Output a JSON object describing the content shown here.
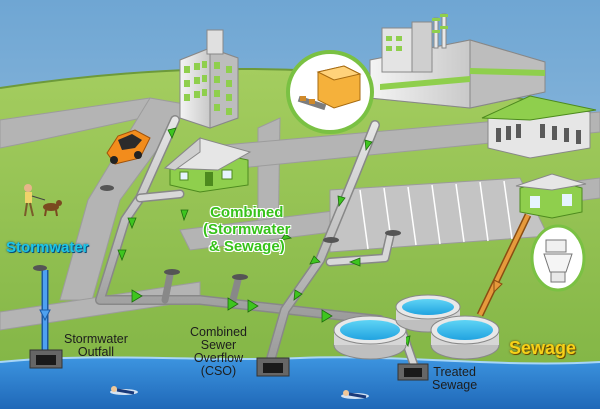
{
  "labels": {
    "stormwater": "Stormwater",
    "stormwater_outfall": [
      "Stormwater",
      "Outfall"
    ],
    "combined": [
      "Combined",
      "(Stormwater",
      "& Sewage)"
    ],
    "cso": [
      "Combined",
      "Sewer",
      "Overflow",
      "(CSO)"
    ],
    "treated_sewage": [
      "Treated",
      "Sewage"
    ],
    "sewage": "Sewage"
  },
  "colors": {
    "sky": "#7fb0d6",
    "ground": "#8fbf4e",
    "road": "#b5b5b5",
    "pipe": "#c7c7c7",
    "flow_arrow": "#3ec51f",
    "stormwater_pipe": "#2f7fd6",
    "sewage_pipe": "#d9892c",
    "water": "#2a7fd0",
    "stormwater_text": "#1ec6e8",
    "sewage_text": "#f7d118",
    "combined_text": "#36c21a"
  },
  "icons": [
    "car-icon",
    "dog-walker-icon",
    "toilet-icon",
    "swimmer-icon",
    "factory-icon",
    "conveyor-icon"
  ]
}
